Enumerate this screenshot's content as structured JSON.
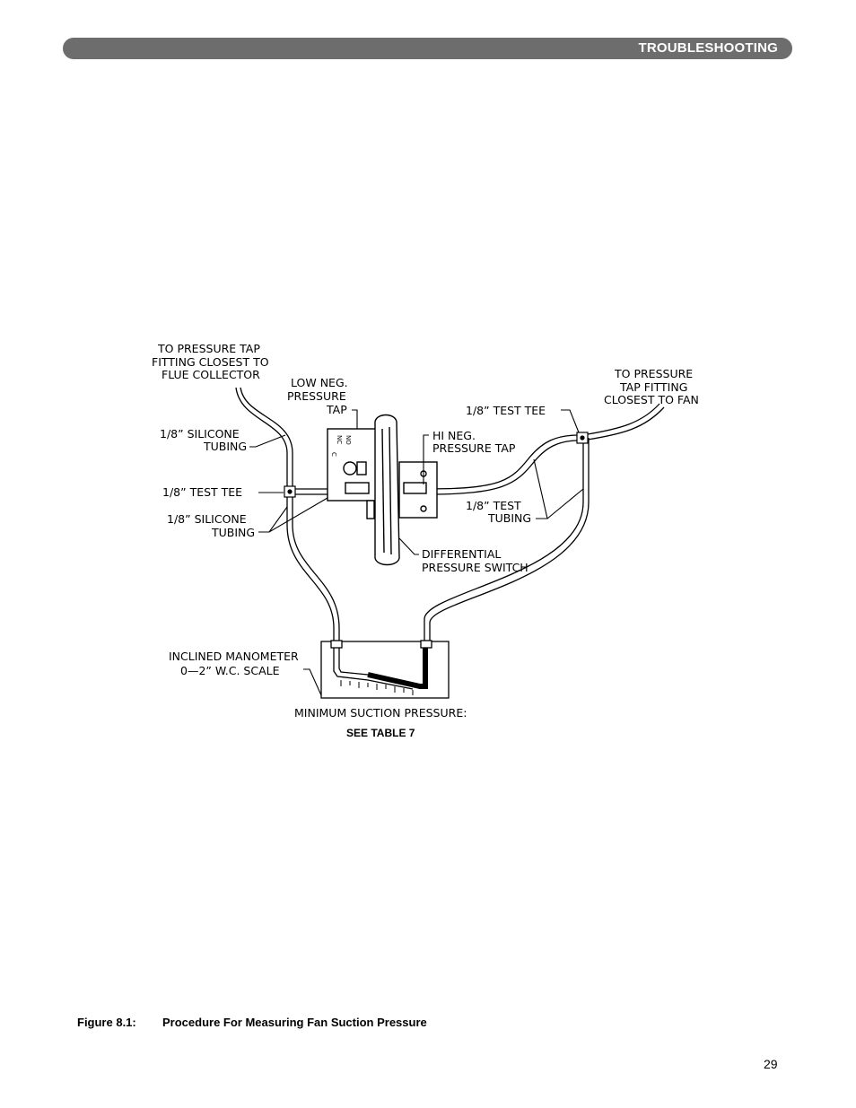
{
  "header": {
    "title": "TROUBLESHOOTING"
  },
  "figure": {
    "labels": {
      "to_flue_1": "TO PRESSURE TAP",
      "to_flue_2": "FITTING CLOSEST TO",
      "to_flue_3": "FLUE COLLECTOR",
      "low_neg_1": "LOW NEG.",
      "low_neg_2": "PRESSURE",
      "low_neg_3": "TAP",
      "silicone_top_1": "1/8” SILICONE",
      "silicone_top_2": "TUBING",
      "test_tee_left": "1/8” TEST TEE",
      "silicone_bot_1": "1/8” SILICONE",
      "silicone_bot_2": "TUBING",
      "to_fan_1": "TO PRESSURE",
      "to_fan_2": "TAP FITTING",
      "to_fan_3": "CLOSEST TO FAN",
      "test_tee_right": "1/8” TEST TEE",
      "hi_neg_1": "HI NEG.",
      "hi_neg_2": "PRESSURE TAP",
      "test_tubing_1": "1/8” TEST",
      "test_tubing_2": "TUBING",
      "diff_switch_1": "DIFFERENTIAL",
      "diff_switch_2": "PRESSURE SWITCH",
      "manometer_1": "INCLINED MANOMETER",
      "manometer_2": "0—2” W.C. SCALE",
      "min_suction": "MINIMUM SUCTION PRESSURE:",
      "switch_nc": "NC",
      "switch_no": "NO",
      "switch_c": "C"
    },
    "see_table": "SEE TABLE 7"
  },
  "caption": {
    "label": "Figure 8.1:",
    "text": "Procedure For Measuring Fan Suction Pressure"
  },
  "page_number": "29"
}
